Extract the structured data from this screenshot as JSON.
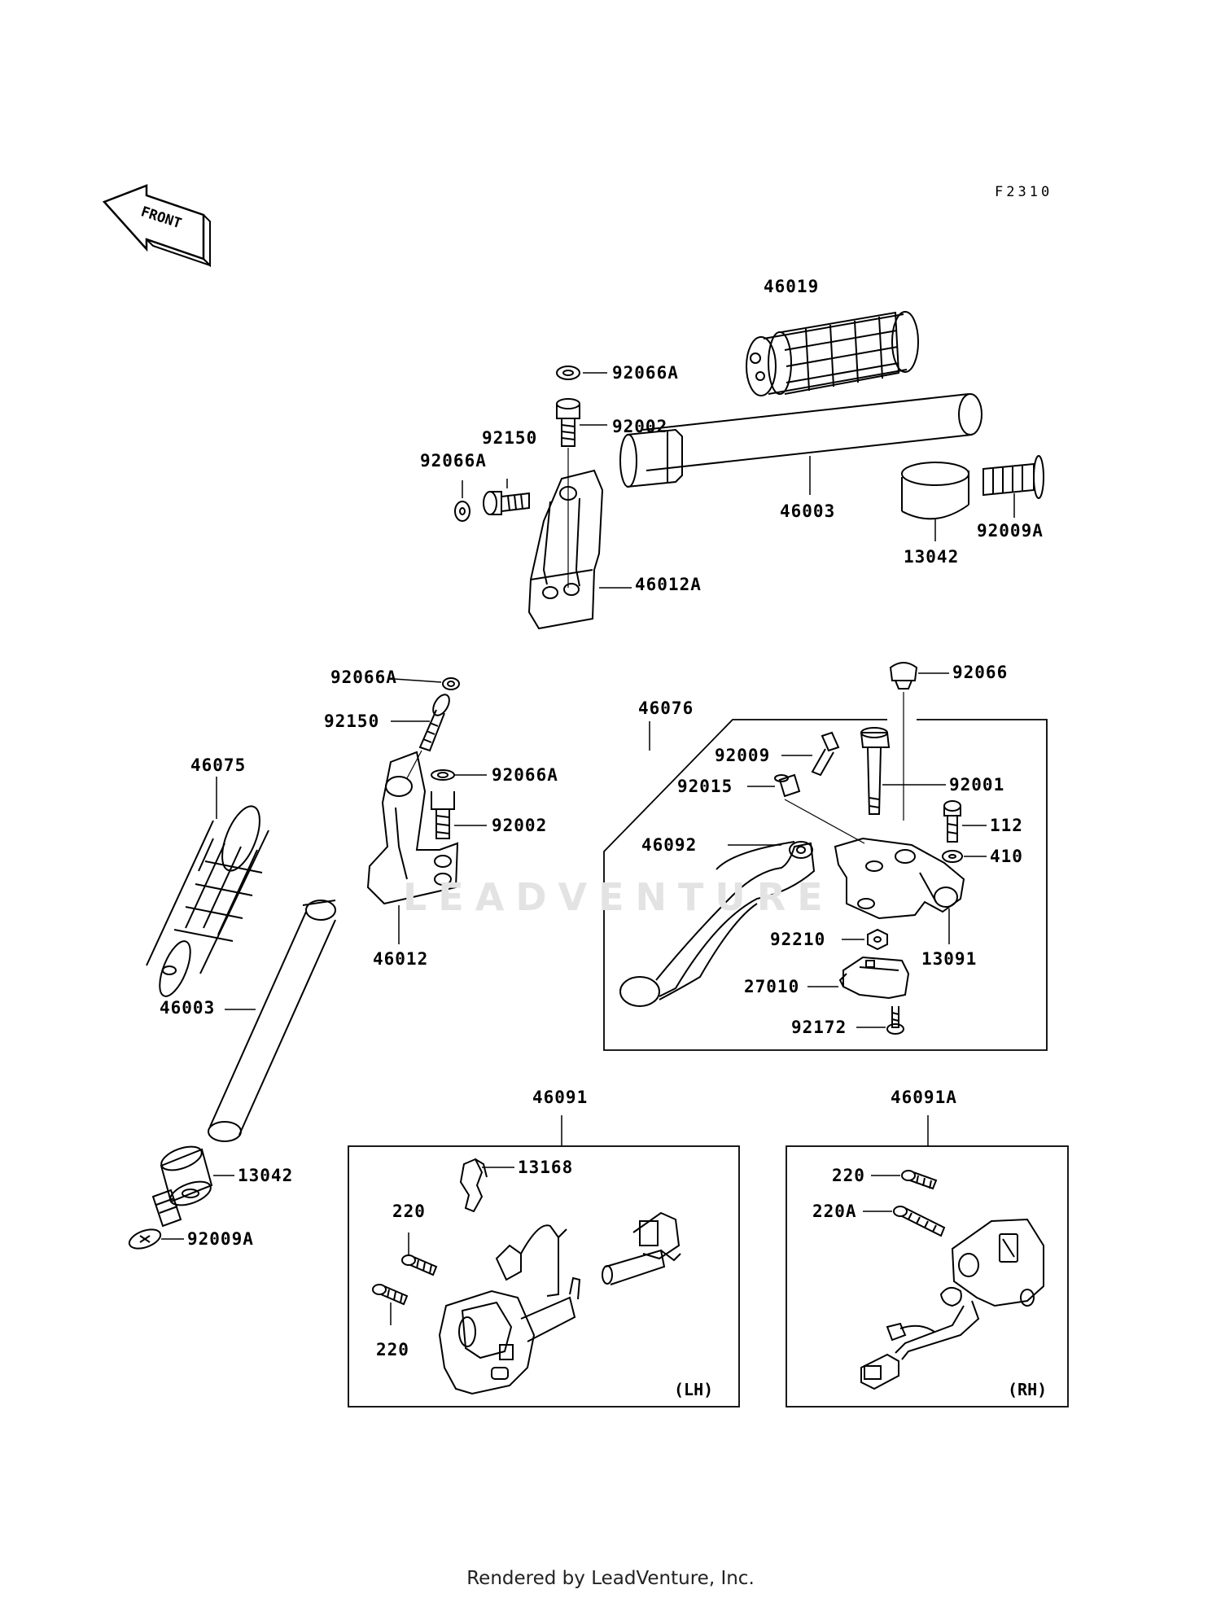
{
  "figure_code": "F2310",
  "front_label": "FRONT",
  "watermark": "LEADVENTURE",
  "footer": "Rendered by LeadVenture, Inc.",
  "box_lh": "(LH)",
  "box_rh": "(RH)",
  "labels": {
    "p46019": "46019",
    "p92066A_1": "92066A",
    "p92002_1": "92002",
    "p92150_1": "92150",
    "p92066A_2": "92066A",
    "p46003_1": "46003",
    "p13042_1": "13042",
    "p92009A_1": "92009A",
    "p46012A": "46012A",
    "p92066A_3": "92066A",
    "p92150_2": "92150",
    "p46075": "46075",
    "p92066A_4": "92066A",
    "p92002_2": "92002",
    "p46012": "46012",
    "p46003_2": "46003",
    "p13042_2": "13042",
    "p92009A_2": "92009A",
    "p92066": "92066",
    "p46076": "46076",
    "p92009": "92009",
    "p92001": "92001",
    "p92015": "92015",
    "p112": "112",
    "p46092": "46092",
    "p410": "410",
    "p92210": "92210",
    "p13091": "13091",
    "p27010": "27010",
    "p92172": "92172",
    "p46091": "46091",
    "p13168": "13168",
    "p220_1": "220",
    "p220_2": "220",
    "p46091A": "46091A",
    "p220_3": "220",
    "p220A": "220A"
  }
}
